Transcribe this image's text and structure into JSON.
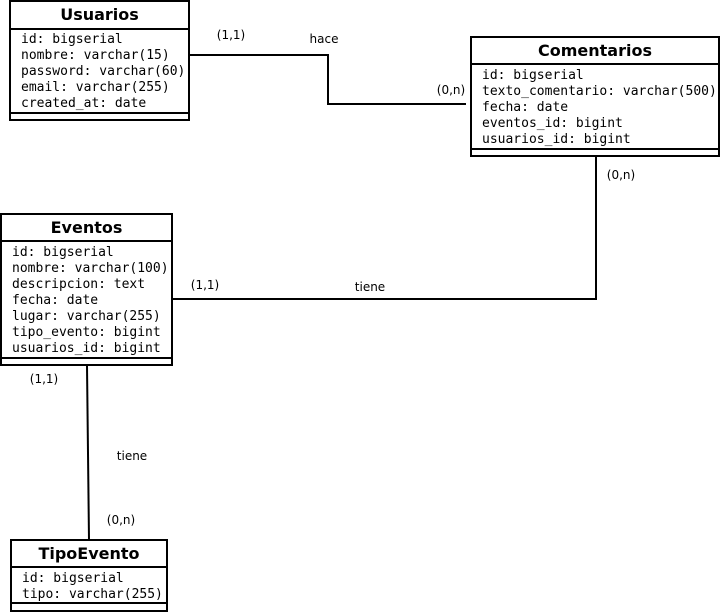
{
  "entities": {
    "usuarios": {
      "name": "Usuarios",
      "attributes": [
        "id: bigserial",
        "nombre: varchar(15)",
        "password: varchar(60)",
        "email: varchar(255)",
        "created_at: date"
      ]
    },
    "comentarios": {
      "name": "Comentarios",
      "attributes": [
        "id: bigserial",
        "texto_comentario: varchar(500)",
        "fecha: date",
        "eventos_id: bigint",
        "usuarios_id: bigint"
      ]
    },
    "eventos": {
      "name": "Eventos",
      "attributes": [
        "id: bigserial",
        "nombre: varchar(100)",
        "descripcion: text",
        "fecha: date",
        "lugar: varchar(255)",
        "tipo_evento: bigint",
        "usuarios_id: bigint"
      ]
    },
    "tipoevento": {
      "name": "TipoEvento",
      "attributes": [
        "id: bigserial",
        "tipo: varchar(255)"
      ]
    }
  },
  "relationships": {
    "hace": {
      "label": "hace",
      "from_card": "(1,1)",
      "to_card": "(0,n)"
    },
    "tiene_eventos_comentarios": {
      "label": "tiene",
      "from_card": "(1,1)",
      "to_card": "(0,n)"
    },
    "tiene_eventos_tipoevento": {
      "label": "tiene",
      "from_card": "(1,1)",
      "to_card": "(0,n)"
    }
  }
}
